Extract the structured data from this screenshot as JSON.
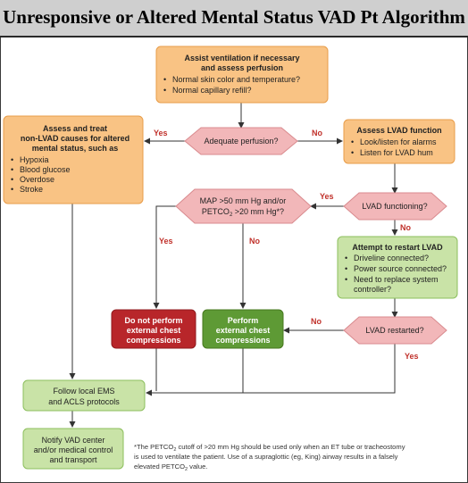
{
  "title": "Unresponsive or Altered Mental Status VAD Pt Algorithm",
  "nodes": {
    "assist": {
      "line1": "Assist ventilation if necessary",
      "line2": "and assess perfusion",
      "b1": "Normal skin color and temperature?",
      "b2": "Normal capillary refill?"
    },
    "adequate": {
      "label": "Adequate perfusion?"
    },
    "non_lvad": {
      "line1": "Assess and treat",
      "line2": "non-LVAD causes for altered",
      "line3": "mental status, such as",
      "b1": "Hypoxia",
      "b2": "Blood glucose",
      "b3": "Overdose",
      "b4": "Stroke"
    },
    "assess_lvad": {
      "line1": "Assess LVAD function",
      "b1": "Look/listen for alarms",
      "b2": "Listen for LVAD hum"
    },
    "map": {
      "line1": "MAP >50 mm Hg and/or",
      "line2a": "PETCO",
      "line2sub": "2",
      "line2b": " >20 mm Hg*?"
    },
    "lvad_functioning": {
      "label": "LVAD functioning?"
    },
    "restart": {
      "line1": "Attempt to restart LVAD",
      "b1": "Driveline connected?",
      "b2": "Power source connected?",
      "b3": "Need to replace system",
      "b3b": "controller?"
    },
    "no_compress": {
      "line1": "Do not perform",
      "line2": "external chest",
      "line3": "compressions"
    },
    "perform": {
      "line1": "Perform",
      "line2": "external chest",
      "line3": "compressions"
    },
    "restarted": {
      "label": "LVAD restarted?"
    },
    "ems": {
      "line1": "Follow local EMS",
      "line2": "and ACLS protocols"
    },
    "notify": {
      "line1": "Notify VAD center",
      "line2": "and/or medical control",
      "line3": "and transport"
    }
  },
  "edges": {
    "yes": "Yes",
    "no": "No"
  },
  "footnote": {
    "l1a": "*The PETCO",
    "l1sub": "2",
    "l1b": " cutoff of >20 mm Hg should be used only when an ET tube or tracheostomy",
    "l2": "is used to ventilate the patient. Use of a supraglottic (eg, King) airway results in a falsely",
    "l3a": "elevated PETCO",
    "l3sub": "2",
    "l3b": " value."
  },
  "colors": {
    "orange": "#f9c384",
    "orange_border": "#e89d4a",
    "pink": "#f2b7b9",
    "pink_border": "#d98a8e",
    "green_light": "#c9e3a7",
    "green_border": "#8cbf5d",
    "green_dark": "#5e9a35",
    "red_dark": "#b8262a",
    "arrow": "#333333"
  }
}
